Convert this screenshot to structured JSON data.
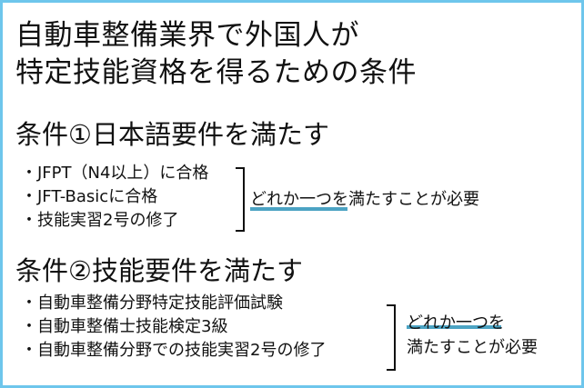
{
  "title": {
    "line1": "自動車整備業界で外国人が",
    "line2": "特定技能資格を得るための条件"
  },
  "condition1": {
    "heading": "条件①日本語要件を満たす",
    "items": [
      "・JFPT（N4以上）に合格",
      "・JFT-Basicに合格",
      "・技能実習2号の修了"
    ],
    "note": "どれか一つを満たすことが必要"
  },
  "condition2": {
    "heading": "条件②技能要件を満たす",
    "items": [
      "・自動車整備分野特定技能評価試験",
      "・自動車整備士技能検定3級",
      "・自動車整備分野での技能実習2号の修了"
    ],
    "note_line1": "どれか一つを",
    "note_line2": "満たすことが必要"
  },
  "colors": {
    "border": "#6ec6ec",
    "underline": "#4ba3c3"
  }
}
